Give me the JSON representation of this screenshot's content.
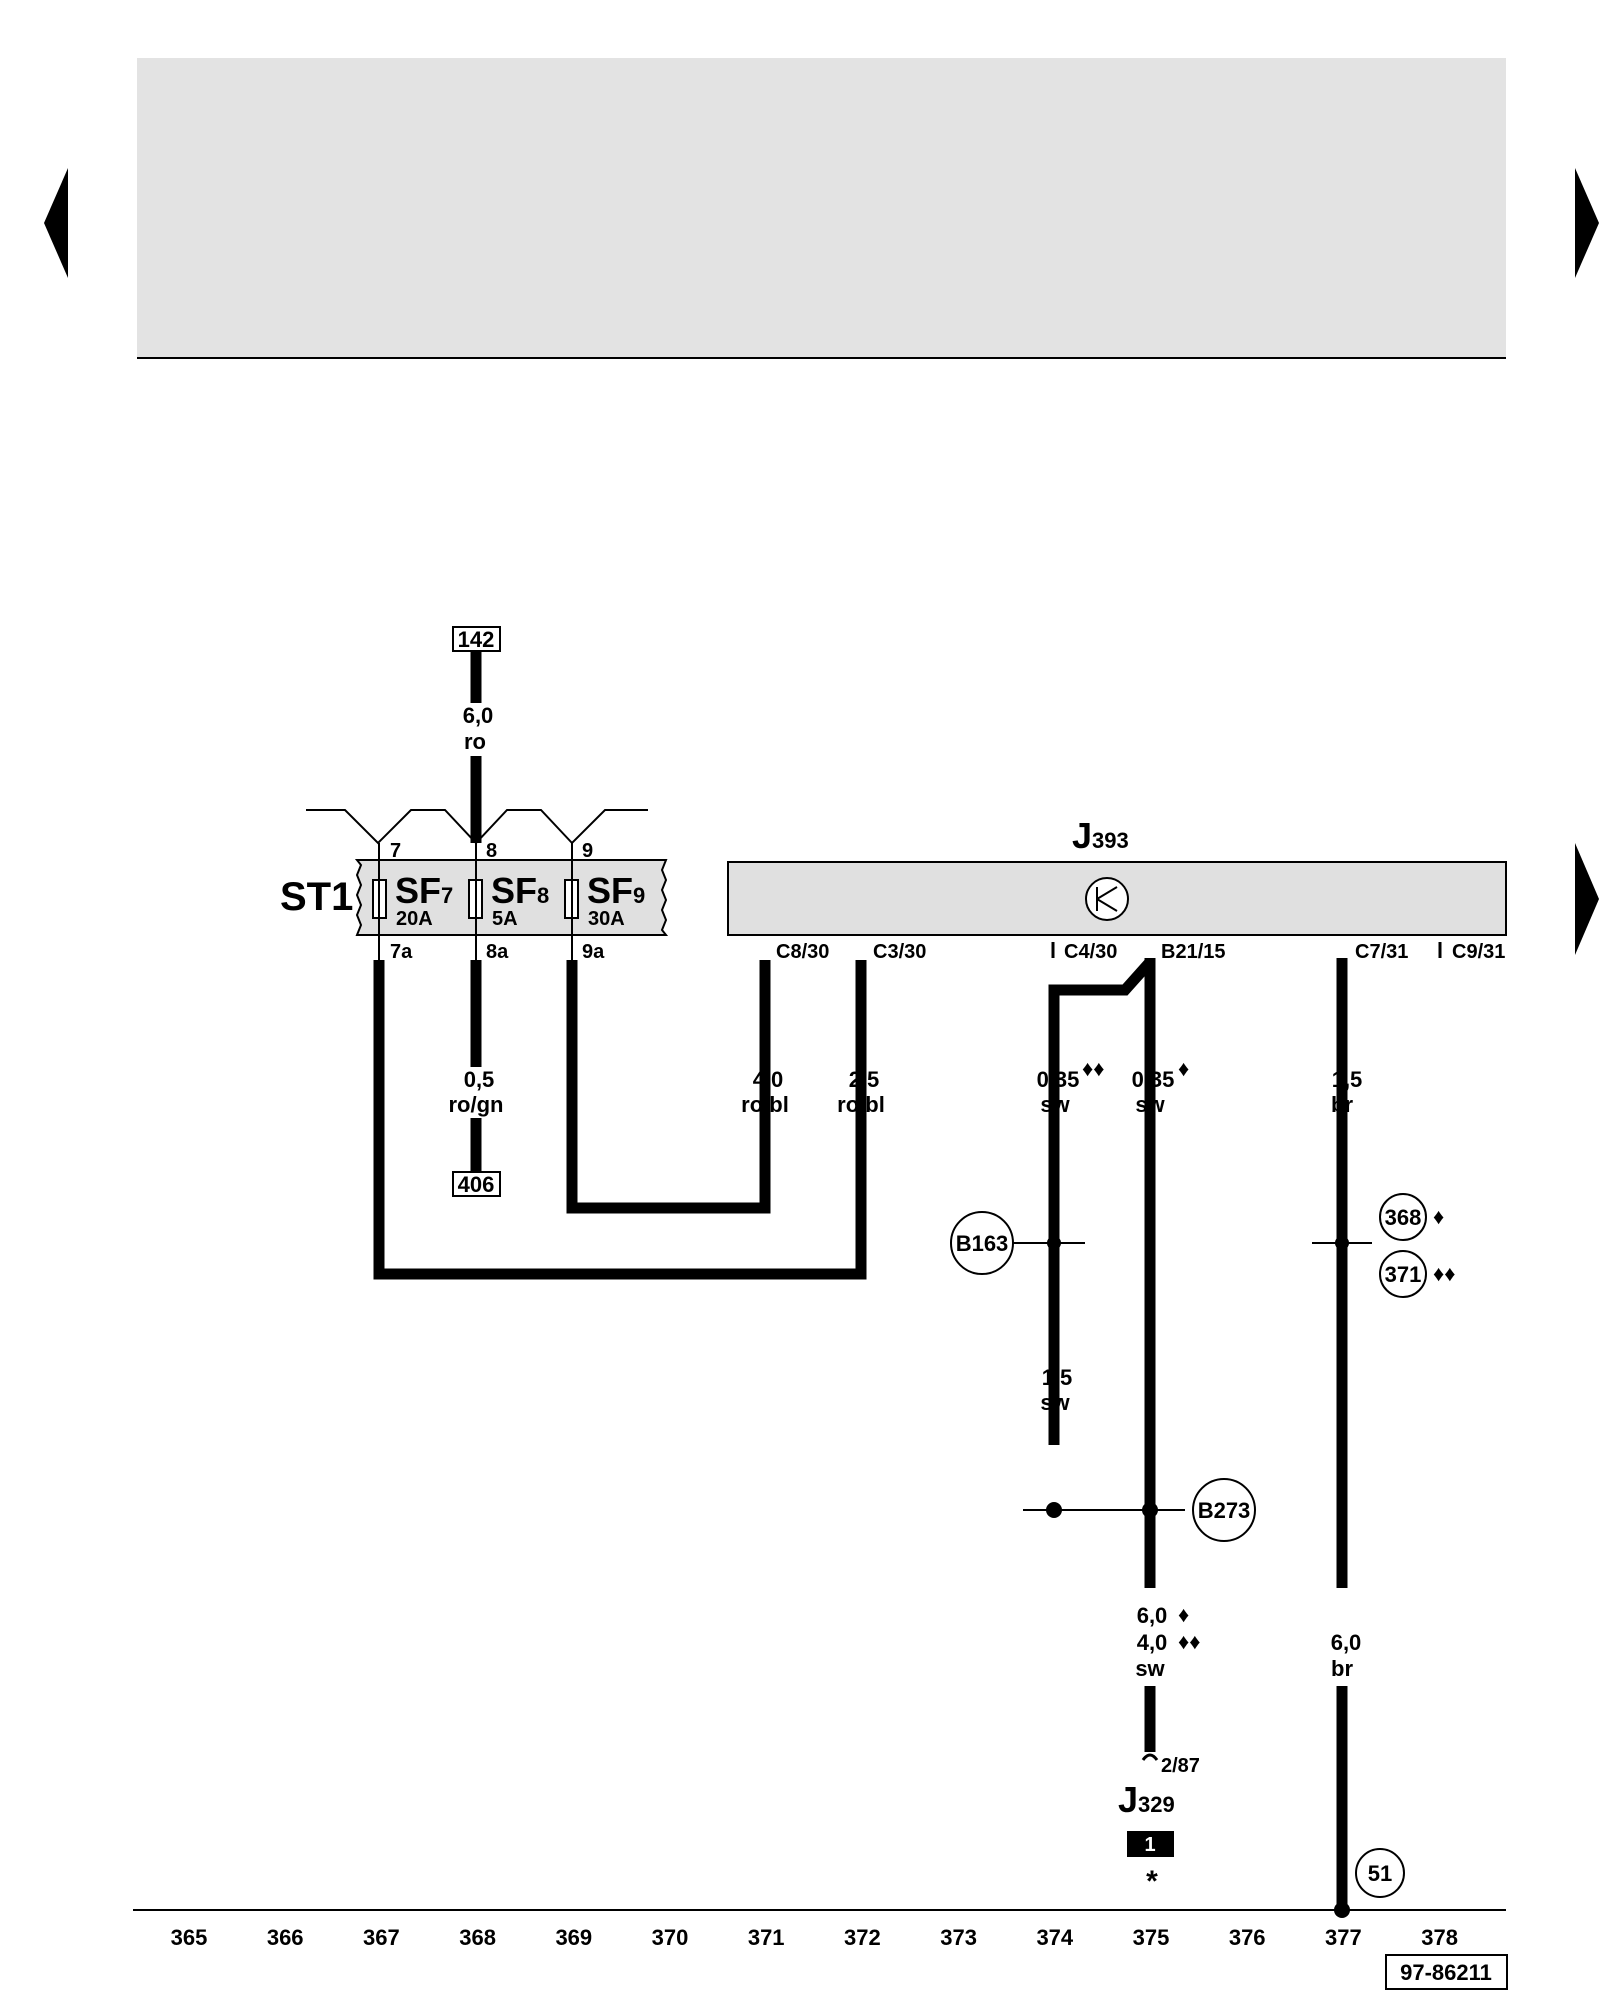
{
  "component_labels": {
    "st1": "ST1",
    "j393": "J",
    "j393_sub": "393",
    "j329": "J",
    "j329_sub": "329",
    "sf7": "SF",
    "sf7_sub": "7",
    "sf7_rating": "20A",
    "sf8": "SF",
    "sf8_sub": "8",
    "sf8_rating": "5A",
    "sf9": "SF",
    "sf9_sub": "9",
    "sf9_rating": "30A"
  },
  "ref_boxes": {
    "top": "142",
    "bottom": "406",
    "j329_pin": "1",
    "drawing_no": "97-86211"
  },
  "pins": {
    "f7_in": "7",
    "f8_in": "8",
    "f9_in": "9",
    "f7_out": "7a",
    "f8_out": "8a",
    "f9_out": "9a",
    "c8_30": "C8/30",
    "c3_30": "C3/30",
    "c4_30": "C4/30",
    "b21_15": "B21/15",
    "c7_31": "C7/31",
    "c9_31": "C9/31",
    "j329_pin": "2/87"
  },
  "wires": {
    "w142_size": "6,0",
    "w142_color": "ro",
    "w406_size": "0,5",
    "w406_color": "ro/gn",
    "wc8_size": "4,0",
    "wc8_color": "ro/bl",
    "wc3_size": "2,5",
    "wc3_color": "ro/bl",
    "wc4_size": "0,35",
    "wc4_color": "sw",
    "wb21_size": "0,35",
    "wb21_color": "sw",
    "wc7_size": "1,5",
    "wc7_color": "br",
    "wb163_size": "1,5",
    "wb163_color": "sw",
    "wj329_size_a": "6,0",
    "wj329_size_b": "4,0",
    "wj329_color": "sw",
    "wgnd_size": "6,0",
    "wgnd_color": "br"
  },
  "connectors": {
    "b163": "B163",
    "b273": "B273",
    "ref368": "368",
    "ref371": "371",
    "ground51": "51"
  },
  "markers": {
    "single": "♦",
    "double": "♦♦",
    "asterisk": "*"
  },
  "grid_numbers": [
    "365",
    "366",
    "367",
    "368",
    "369",
    "370",
    "371",
    "372",
    "373",
    "374",
    "375",
    "376",
    "377",
    "378"
  ],
  "colors": {
    "header_band": "#e3e3e3",
    "component_fill": "#e0e0e0",
    "ink": "#000000"
  }
}
